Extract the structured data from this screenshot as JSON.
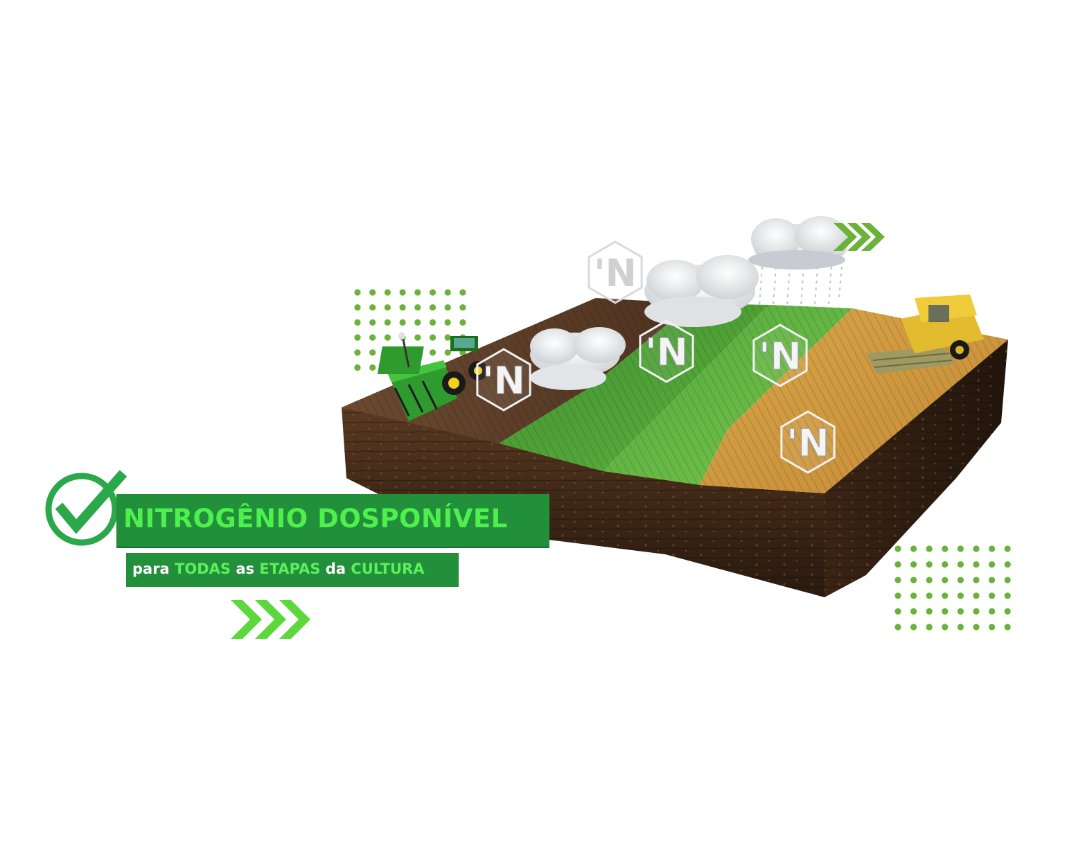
{
  "banner": {
    "title": "NITROGÊNIO DOSPONÍVEL",
    "subtitle": {
      "para": "para",
      "todas": "TODAS",
      "as": "as",
      "etapas": "ETAPAS",
      "da": "da",
      "cultura": "CULTURA"
    }
  },
  "badges": [
    "'N",
    "'N",
    "'N",
    "'N",
    "'N"
  ],
  "colors": {
    "brand_green": "#228f3b",
    "title_green": "#4ef04e",
    "dot_green": "#6ab23a",
    "arrow_green": "#5cd83c"
  },
  "icons": [
    "check-icon",
    "chevron-arrows-icon",
    "nitrogen-badge-icon",
    "tractor-icon",
    "harvester-icon",
    "cloud-icon",
    "rain-cloud-icon"
  ]
}
